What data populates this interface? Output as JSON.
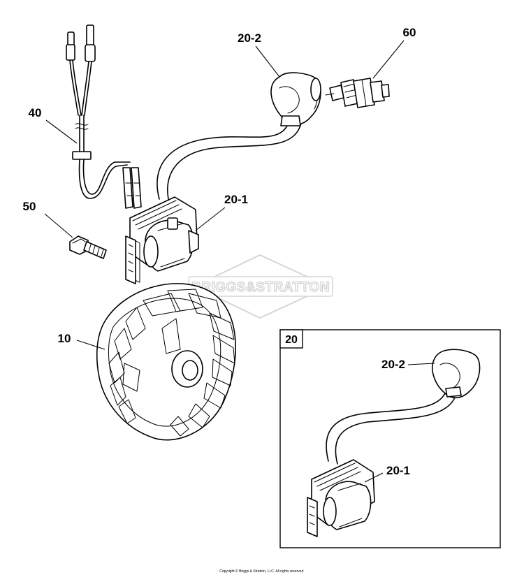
{
  "watermark": "BRIGGS&STRATTON",
  "copyright": "Copyright © Briggs & Stratton, LLC. All rights reserved.",
  "labels": {
    "p10": "10",
    "p20_1": "20-1",
    "p20_2": "20-2",
    "p40": "40",
    "p50": "50",
    "p60": "60"
  },
  "inset": {
    "title": "20",
    "p20_1": "20-1",
    "p20_2": "20-2"
  }
}
